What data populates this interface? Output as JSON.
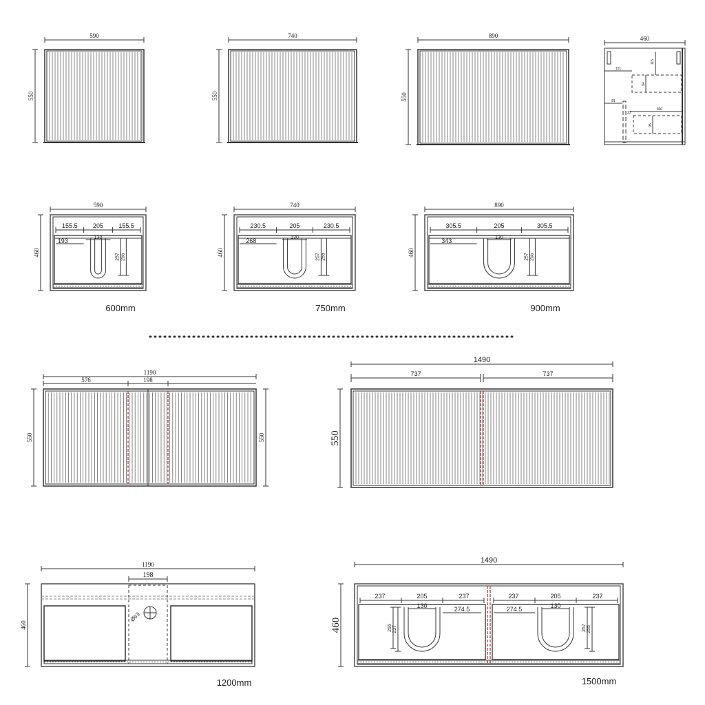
{
  "colors": {
    "line": "#333333",
    "accent_dashed": "#b03030",
    "background": "#ffffff"
  },
  "front_600": {
    "width": "590",
    "height": "550"
  },
  "front_750": {
    "width": "740",
    "height": "550"
  },
  "front_900": {
    "width": "890",
    "height": "550"
  },
  "side": {
    "depth": "460",
    "d1": "115",
    "d2": "151",
    "d3": "94",
    "d4": "81",
    "d5": "22",
    "d6": "300",
    "d7": "95"
  },
  "top_600": {
    "width": "590",
    "depth": "460",
    "left": "155.5",
    "mid": "205",
    "right": "155.5",
    "inner": "193",
    "hole": "130",
    "v1": "257",
    "v2": "255",
    "size_label": "600mm"
  },
  "top_750": {
    "width": "740",
    "depth": "460",
    "left": "230.5",
    "mid": "205",
    "right": "230.5",
    "inner": "268",
    "hole": "130",
    "v1": "257",
    "v2": "255",
    "size_label": "750mm"
  },
  "top_900": {
    "width": "890",
    "depth": "460",
    "left": "305.5",
    "mid": "205",
    "right": "305.5",
    "inner": "343",
    "hole": "130",
    "v1": "257",
    "v2": "255",
    "size_label": "900mm"
  },
  "front_1200": {
    "width": "1190",
    "section": "576",
    "gap": "198",
    "height_left": "550",
    "height_right": "550"
  },
  "front_1500": {
    "width": "1490",
    "left": "737",
    "right": "737",
    "height": "550"
  },
  "top_1200": {
    "width": "1190",
    "gap": "198",
    "depth": "460",
    "hole": "Ø63",
    "size_label": "1200mm"
  },
  "top_1500": {
    "width": "1490",
    "depth": "460",
    "a1": "237",
    "a2": "205",
    "a3": "237",
    "b1": "237",
    "b2": "205",
    "b3": "237",
    "hole_l": "130",
    "hole_r": "130",
    "inner_l": "274.5",
    "inner_r": "274.5",
    "v_l1": "255",
    "v_l2": "237",
    "v_r1": "257",
    "v_r2": "255",
    "size_label": "1500mm"
  }
}
